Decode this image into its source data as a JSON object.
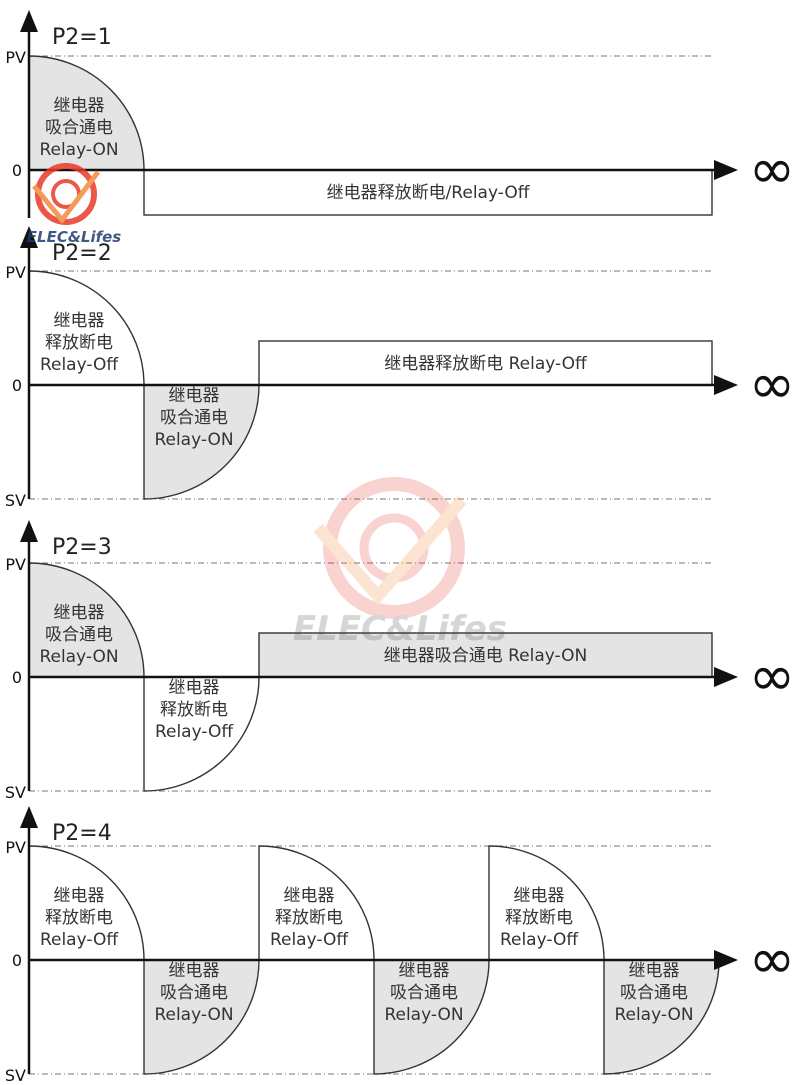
{
  "watermark": {
    "brand": "ELEC&Lifes",
    "color": "#e83a2a"
  },
  "colors": {
    "relay_on_fill": "#e4e4e4",
    "relay_off_fill": "#ffffff",
    "axis": "#111111",
    "guide": "#777777"
  },
  "panels": [
    {
      "id": "p2-1",
      "title": "P2=1",
      "axis": {
        "pv": "PV",
        "zero": "0",
        "sv": "",
        "infinity": "∞"
      },
      "regions": [
        {
          "shape": "quarter-top",
          "state": "on",
          "lines": [
            "继电器",
            "吸合通电",
            "Relay-ON"
          ]
        },
        {
          "shape": "box-bottom",
          "state": "off",
          "lines": [
            "继电器释放断电/Relay-Off"
          ]
        }
      ]
    },
    {
      "id": "p2-2",
      "title": "P2=2",
      "axis": {
        "pv": "PV",
        "zero": "0",
        "sv": "SV",
        "infinity": "∞"
      },
      "regions": [
        {
          "shape": "quarter-top",
          "state": "off",
          "lines": [
            "继电器",
            "释放断电",
            "Relay-Off"
          ]
        },
        {
          "shape": "quarter-bottom",
          "state": "on",
          "lines": [
            "继电器",
            "吸合通电",
            "Relay-ON"
          ]
        },
        {
          "shape": "box-top",
          "state": "off",
          "lines": [
            "继电器释放断电 Relay-Off"
          ]
        }
      ]
    },
    {
      "id": "p2-3",
      "title": "P2=3",
      "axis": {
        "pv": "PV",
        "zero": "0",
        "sv": "SV",
        "infinity": "∞"
      },
      "regions": [
        {
          "shape": "quarter-top",
          "state": "on",
          "lines": [
            "继电器",
            "吸合通电",
            "Relay-ON"
          ]
        },
        {
          "shape": "quarter-bottom",
          "state": "off",
          "lines": [
            "继电器",
            "释放断电",
            "Relay-Off"
          ]
        },
        {
          "shape": "box-top",
          "state": "on",
          "lines": [
            "继电器吸合通电 Relay-ON"
          ]
        }
      ]
    },
    {
      "id": "p2-4",
      "title": "P2=4",
      "axis": {
        "pv": "PV",
        "zero": "0",
        "sv": "SV",
        "infinity": "∞"
      },
      "regions": [
        {
          "shape": "quarter-top",
          "state": "off",
          "lines": [
            "继电器",
            "释放断电",
            "Relay-Off"
          ]
        },
        {
          "shape": "quarter-bottom",
          "state": "on",
          "lines": [
            "继电器",
            "吸合通电",
            "Relay-ON"
          ]
        },
        {
          "shape": "quarter-top",
          "state": "off",
          "lines": [
            "继电器",
            "释放断电",
            "Relay-Off"
          ]
        },
        {
          "shape": "quarter-bottom",
          "state": "on",
          "lines": [
            "继电器",
            "吸合通电",
            "Relay-ON"
          ]
        },
        {
          "shape": "quarter-top",
          "state": "off",
          "lines": [
            "继电器",
            "释放断电",
            "Relay-Off"
          ]
        },
        {
          "shape": "quarter-bottom",
          "state": "on",
          "lines": [
            "继电器",
            "吸合通电",
            "Relay-ON"
          ]
        }
      ]
    }
  ]
}
